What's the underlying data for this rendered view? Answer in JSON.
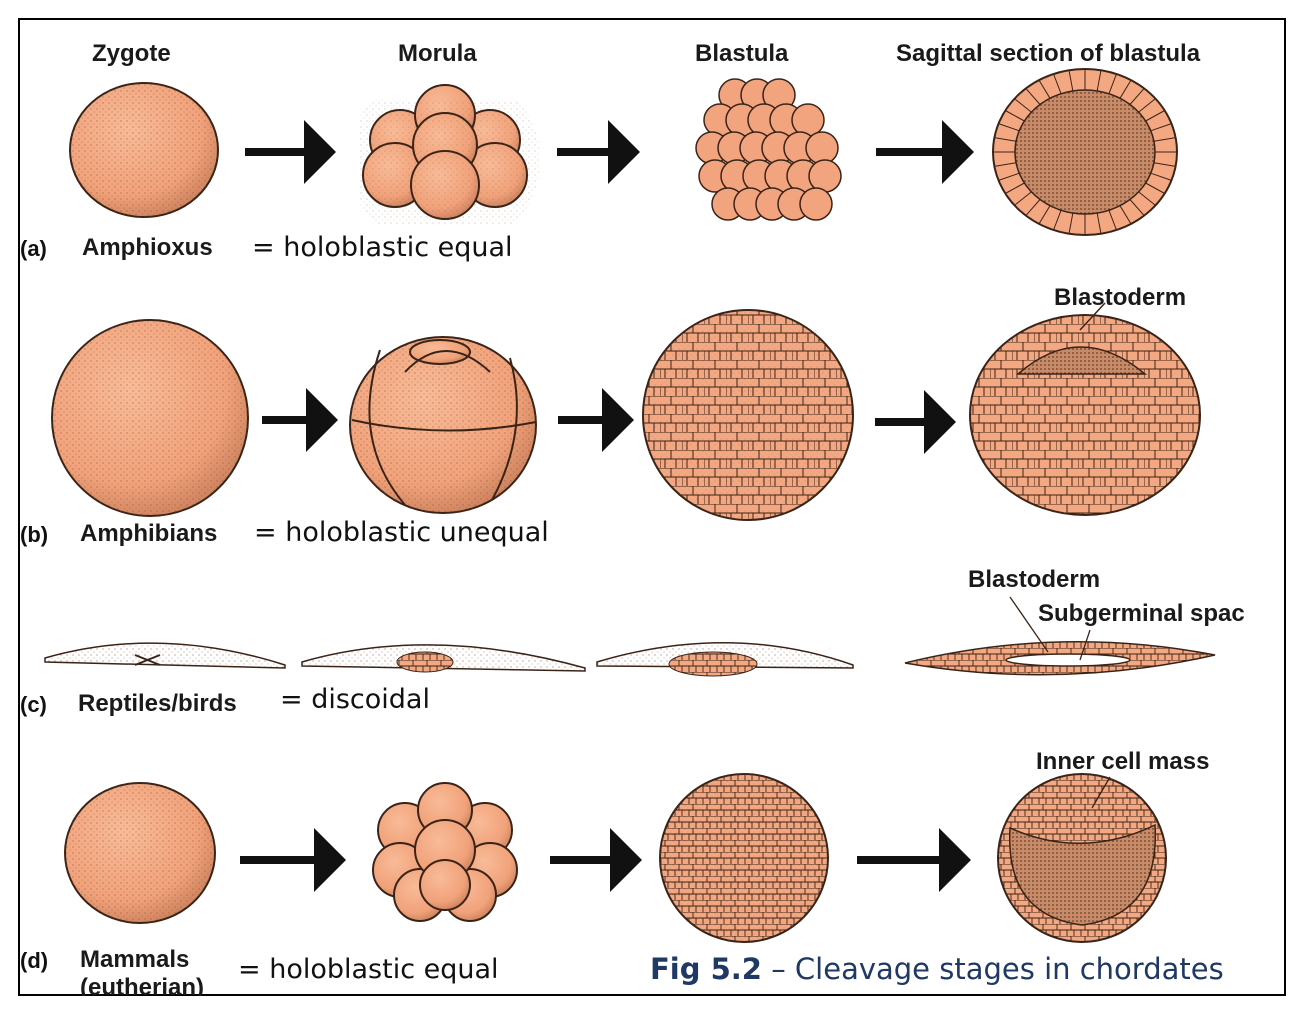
{
  "stage_headers": {
    "zygote": "Zygote",
    "morula": "Morula",
    "blastula": "Blastula",
    "sagittal": "Sagittal section of blastula"
  },
  "rows": [
    {
      "tag": "(a)",
      "group": "Amphioxus",
      "cleavage": "= holoblastic equal"
    },
    {
      "tag": "(b)",
      "group": "Amphibians",
      "cleavage": "= holoblastic unequal"
    },
    {
      "tag": "(c)",
      "group": "Reptiles/birds",
      "cleavage": "= discoidal"
    },
    {
      "tag": "(d)",
      "group": "Mammals",
      "group_sub": "(eutherian)",
      "cleavage": "= holoblastic equal"
    }
  ],
  "annotations": {
    "blastoderm_b": "Blastoderm",
    "blastoderm_c": "Blastoderm",
    "subgerminal": "Subgerminal spac",
    "inner_cell_mass": "Inner cell mass"
  },
  "caption": {
    "fig": "Fig 5.2",
    "text": " – Cleavage stages in chordates"
  },
  "colors": {
    "cell_fill": "#f4a882",
    "cell_stroke": "#3a2418",
    "arrow": "#111111",
    "caption": "#1f3864"
  }
}
